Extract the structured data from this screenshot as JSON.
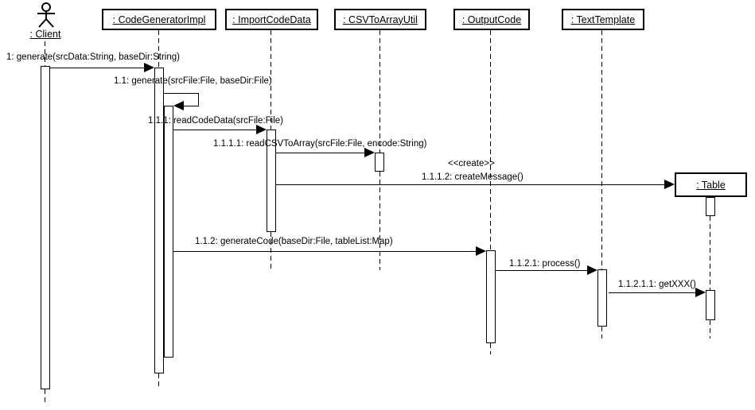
{
  "diagram": {
    "kind": "uml-sequence-diagram"
  },
  "actor": {
    "label": ": Client"
  },
  "lifelines": [
    {
      "id": "code-generator-impl",
      "label": ": CodeGeneratorImpl"
    },
    {
      "id": "import-code-data",
      "label": ": ImportCodeData"
    },
    {
      "id": "csv-to-array-util",
      "label": ": CSVToArrayUtil"
    },
    {
      "id": "output-code",
      "label": ": OutputCode"
    },
    {
      "id": "text-template",
      "label": ": TextTemplate"
    }
  ],
  "created_object": {
    "label": ": Table"
  },
  "messages": [
    {
      "seq": "1",
      "label": "1: generate(srcData:String, baseDir:String)",
      "from": ": Client",
      "to": ": CodeGeneratorImpl"
    },
    {
      "seq": "1.1",
      "label": "1.1: generate(srcFile:File, baseDir:File)",
      "from": ": CodeGeneratorImpl",
      "to": ": CodeGeneratorImpl"
    },
    {
      "seq": "1.1.1",
      "label": "1.1.1: readCodeData(srcFile:File)",
      "from": ": CodeGeneratorImpl",
      "to": ": ImportCodeData"
    },
    {
      "seq": "1.1.1.1",
      "label": "1.1.1.1: readCSVToArray(srcFile:File, encode:String)",
      "from": ": ImportCodeData",
      "to": ": CSVToArrayUtil"
    },
    {
      "seq": "1.1.1.2",
      "label": "1.1.1.2: createMessage()",
      "stereotype": "<<create>>",
      "from": ": ImportCodeData",
      "to": ": Table"
    },
    {
      "seq": "1.1.2",
      "label": "1.1.2: generateCode(baseDir:File, tableList:Map)",
      "from": ": CodeGeneratorImpl",
      "to": ": OutputCode"
    },
    {
      "seq": "1.1.2.1",
      "label": "1.1.2.1: process()",
      "from": ": OutputCode",
      "to": ": TextTemplate"
    },
    {
      "seq": "1.1.2.1.1",
      "label": "1.1.2.1.1: getXXX()",
      "from": ": TextTemplate",
      "to": ": Table"
    }
  ],
  "colors": {
    "line": "#000000",
    "background": "#ffffff",
    "shape_fill": "#ffffff"
  }
}
